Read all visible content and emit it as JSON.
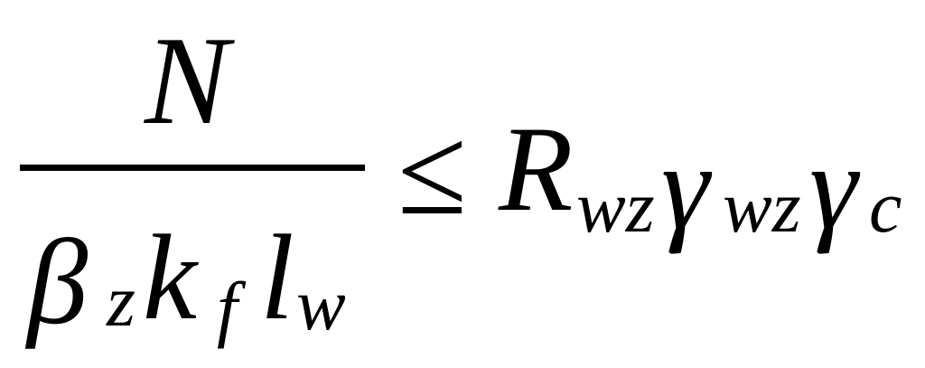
{
  "formula": {
    "numerator": "N",
    "denominator": {
      "beta": "β",
      "beta_sub": "z",
      "k": "k",
      "k_sub": "f",
      "l": "l",
      "l_sub": "w"
    },
    "relation": "≤",
    "rhs": {
      "R": "R",
      "R_sub": "wz",
      "gamma1": "γ",
      "gamma1_sub": "wz",
      "gamma2": "γ",
      "gamma2_sub": "c"
    }
  }
}
